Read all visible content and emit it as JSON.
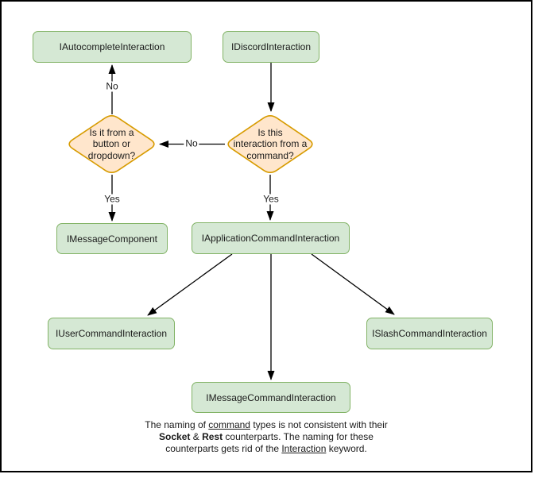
{
  "diagram": {
    "nodes": {
      "autocomplete": {
        "label": "IAutocompleteInteraction"
      },
      "discord": {
        "label": "IDiscordInteraction"
      },
      "message_component": {
        "label": "IMessageComponent"
      },
      "application_command": {
        "label": "IApplicationCommandInteraction"
      },
      "user_command": {
        "label": "IUserCommandInteraction"
      },
      "slash_command": {
        "label": "ISlashCommandInteraction"
      },
      "message_command": {
        "label": "IMessageCommandInteraction"
      }
    },
    "decisions": {
      "button_dropdown": {
        "label": "Is it from a\nbutton or\ndropdown?"
      },
      "from_command": {
        "label": "Is this\ninteraction from a\ncommand?"
      }
    },
    "edge_labels": {
      "no_to_autocomplete": "No",
      "no_to_button_dropdown": "No",
      "yes_to_message_component": "Yes",
      "yes_to_application_command": "Yes"
    },
    "colors": {
      "node_fill": "#d5e8d4",
      "node_stroke": "#82b366",
      "decision_fill": "#ffe6cc",
      "decision_stroke": "#d79b00",
      "edge": "#000000",
      "frame": "#000000",
      "text": "#1a1a1a"
    },
    "note": {
      "l1a": "The naming of ",
      "l1b": "command",
      "l1c": " types is not consistent with their",
      "l2a": "Socket",
      "l2b": " & ",
      "l2c": "Rest",
      "l2d": " counterparts. The naming for these",
      "l3a": "counterparts gets rid of the ",
      "l3b": "Interaction",
      "l3c": " keyword."
    }
  }
}
